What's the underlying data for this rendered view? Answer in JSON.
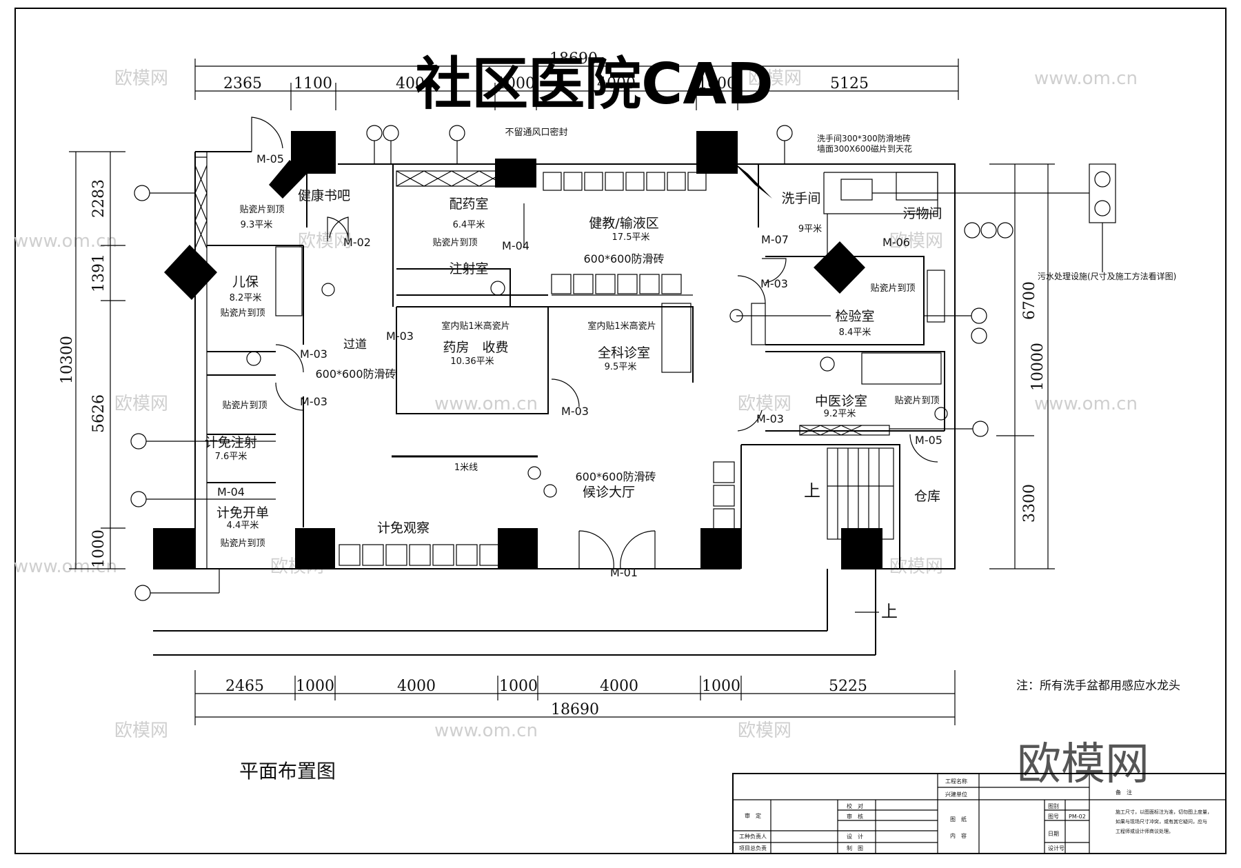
{
  "title": "社区医院CAD",
  "brand_watermark": "欧模网",
  "site_watermark": "www.om.cn",
  "drawing_name": "平面布置图",
  "note": "注：所有洗手盆都用感应水龙头",
  "top_dims": [
    "2365",
    "1100",
    "4000",
    "1000",
    "4000",
    "1000",
    "5125"
  ],
  "top_total": "18690",
  "bottom_dims": [
    "2465",
    "1000",
    "4000",
    "1000",
    "4000",
    "1000",
    "5225"
  ],
  "bottom_total": "18690",
  "left_dims": [
    "2283",
    "1391",
    "5626",
    "1000"
  ],
  "left_total": "10300",
  "right_dims": [
    "6700",
    "3300"
  ],
  "right_total": "10000",
  "rooms": {
    "reading": "健康书吧",
    "reading_area": "9.3平米",
    "reading_tile": "贴瓷片到顶",
    "child": "儿保",
    "child_area": "8.2平米",
    "child_tile": "贴瓷片到顶",
    "dispense": "配药室",
    "dispense_area": "6.4平米",
    "dispense_tile": "贴瓷片到顶",
    "injection": "注射室",
    "infusion": "健教/输液区",
    "infusion_area": "17.5平米",
    "infusion_floor": "600*600防滑砖",
    "wash": "洗手间",
    "wash_area": "9平米",
    "wash_note1": "洗手间300*300防滑地砖",
    "wash_note2": "墙面300X600磁片到天花",
    "dirty": "污物间",
    "lab": "检验室",
    "lab_area": "8.4平米",
    "lab_tile": "贴瓷片到顶",
    "pharmacy": "药房　收费",
    "pharmacy_area": "10.36平米",
    "pharmacy_tile": "室内贴1米高瓷片",
    "general": "全科诊室",
    "general_area": "9.5平米",
    "general_tile": "室内贴1米高瓷片",
    "tcm": "中医诊室",
    "tcm_area": "9.2平米",
    "tcm_tile": "贴瓷片到顶",
    "corridor": "过道",
    "corridor_floor": "600*600防滑砖",
    "plan_inj": "计免注射",
    "plan_inj_area": "7.6平米",
    "plan_inj_tile": "贴瓷片到顶",
    "plan_vac": "计免开单",
    "plan_vac_area": "4.4平米",
    "plan_vac_tile": "贴瓷片到顶",
    "observe": "计免观察",
    "hall": "候诊大厅",
    "hall_floor": "600*600防滑砖",
    "store": "仓库",
    "line1m": "1米线",
    "vent": "不留通风口密封",
    "up": "上",
    "sewage": "污水处理设施(尺寸及施工方法看详图)"
  },
  "doors": {
    "m01": "M-01",
    "m02": "M-02",
    "m03": "M-03",
    "m04": "M-04",
    "m05": "M-05",
    "m06": "M-06",
    "m07": "M-07"
  },
  "title_block": {
    "project": "工程名称",
    "owner": "兴建单位",
    "review": "审　定",
    "check": "校　对",
    "audit": "审　核",
    "design": "设　计",
    "draw": "制　图",
    "discipline": "工种负责人",
    "pm": "项目总负责",
    "sheet": "图　纸",
    "content": "内　容",
    "category": "图别",
    "number": "图号",
    "date": "日期",
    "design_no": "设计号",
    "number_value": "PM-02",
    "remarks": "备　注",
    "remark_text": [
      "施工尺寸，以图面标注为准，切勿图上度量，",
      "如果与现场尺寸冲突，或有其它疑问，应与",
      "工程师或设计师商议处理。"
    ]
  }
}
